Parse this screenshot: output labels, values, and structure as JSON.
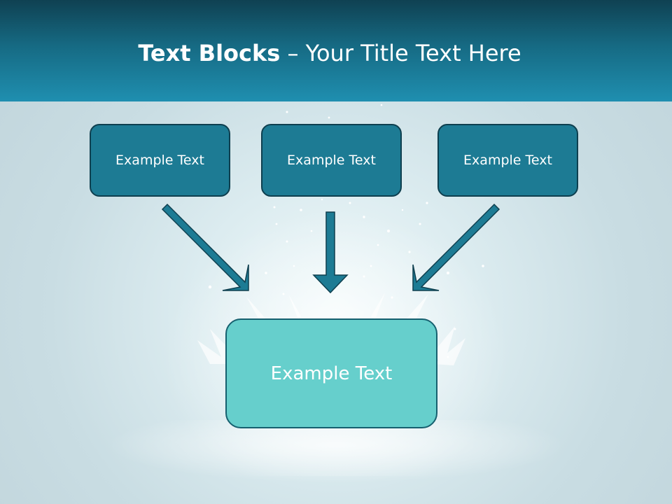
{
  "slide": {
    "title_bold": "Text Blocks",
    "title_rest": " – Your Title Text Here"
  },
  "blocks": {
    "top": [
      "Example Text",
      "Example Text",
      "Example Text"
    ],
    "center": "Example Text"
  },
  "colors": {
    "header_top": "#0f4152",
    "header_bottom": "#1f8fb0",
    "block_fill": "#1d7b94",
    "block_border": "#0e3f4f",
    "center_fill": "#66cfcc",
    "arrow_fill": "#1d7b94"
  },
  "icons": [
    "arrow-down-right-icon",
    "arrow-down-icon",
    "arrow-down-left-icon"
  ]
}
